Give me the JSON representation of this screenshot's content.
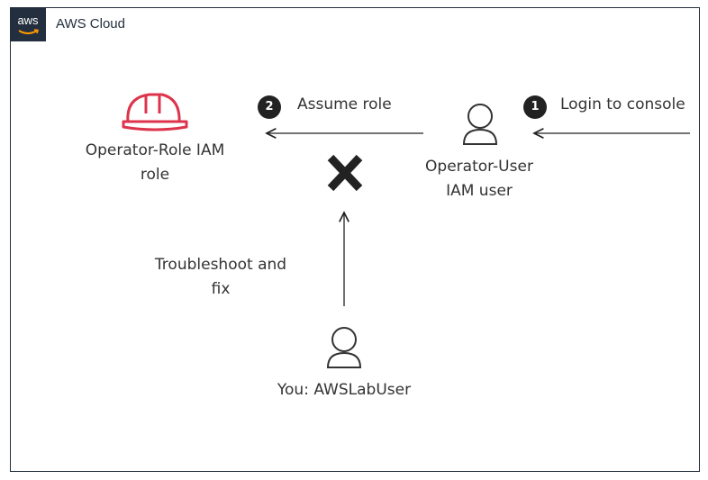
{
  "container": {
    "title": "AWS Cloud",
    "logo_text": "aws"
  },
  "nodes": {
    "role": {
      "line1": "Operator-Role IAM",
      "line2": "role",
      "icon": "iam-role-hardhat-icon",
      "color": "#dd344c"
    },
    "operator_user": {
      "line1": "Operator-User",
      "line2": "IAM user",
      "icon": "user-icon"
    },
    "you": {
      "label": "You: AWSLabUser",
      "icon": "user-icon"
    }
  },
  "steps": [
    {
      "number": "1",
      "label": "Login to console"
    },
    {
      "number": "2",
      "label": "Assume role"
    }
  ],
  "troubleshoot": {
    "line1": "Troubleshoot and",
    "line2": "fix"
  },
  "blocked_icon": "x-mark-icon"
}
